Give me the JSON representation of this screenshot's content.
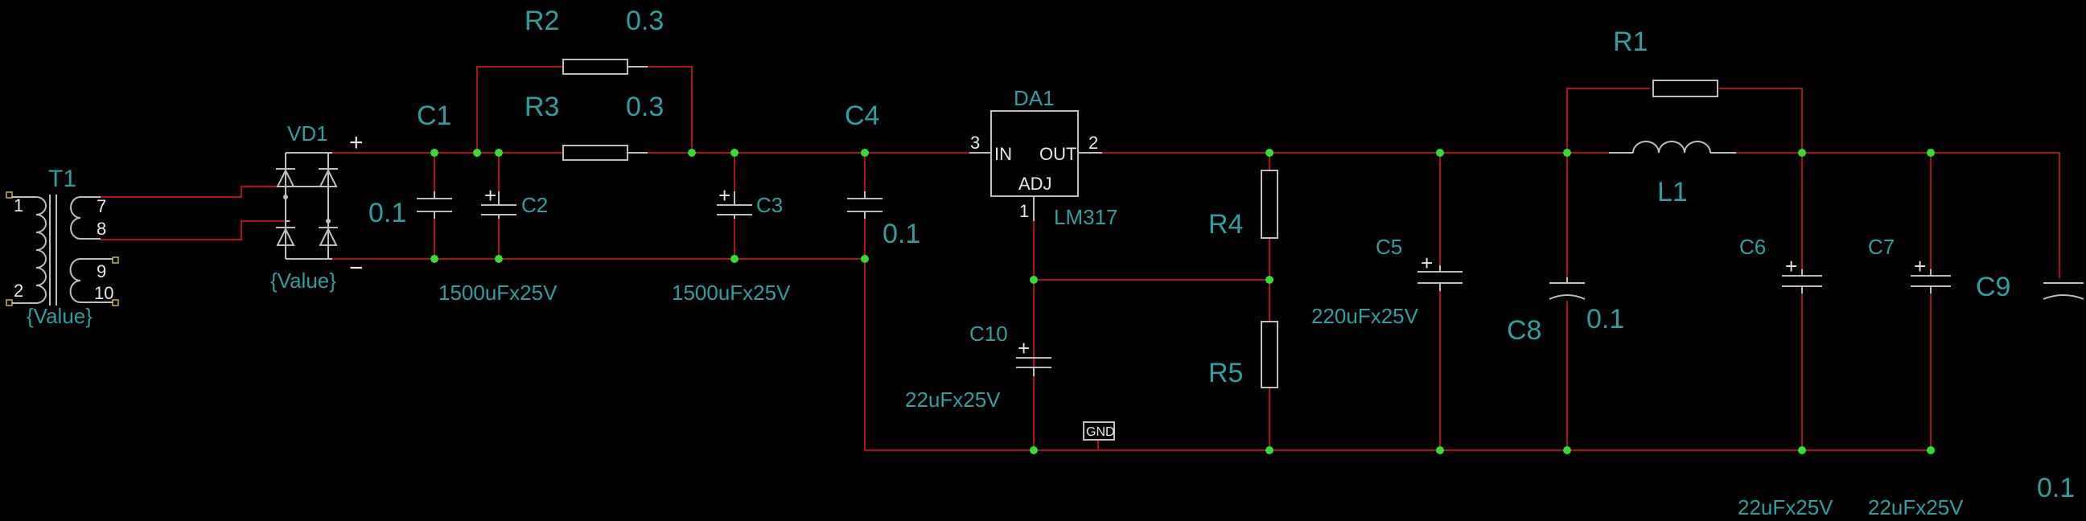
{
  "refdes": {
    "t1": "T1",
    "vd1": "VD1",
    "c1": "C1",
    "c2": "C2",
    "c3": "C3",
    "c4": "C4",
    "r1": "R1",
    "r2": "R2",
    "r3": "R3",
    "r4": "R4",
    "r5": "R5",
    "da1": "DA1",
    "c5": "C5",
    "c6": "C6",
    "c7": "C7",
    "c8": "C8",
    "c9": "C9",
    "c10": "C10",
    "l1": "L1"
  },
  "values": {
    "t1": "{Value}",
    "vd1": "{Value}",
    "c1": "0.1",
    "c2": "1500uFx25V",
    "c3": "1500uFx25V",
    "c4": "0.1",
    "r2": "0.3",
    "r3": "0.3",
    "da1": "LM317",
    "c5": "220uFx25V",
    "c6": "22uFx25V",
    "c7": "22uFx25V",
    "c8": "0.1",
    "c9": "0.1",
    "c10": "22uFx25V"
  },
  "pins": {
    "t1_1": "1",
    "t1_2": "2",
    "t1_7": "7",
    "t1_8": "8",
    "t1_9": "9",
    "t1_10": "10",
    "da1_in_num": "3",
    "da1_out_num": "2",
    "da1_adj_num": "1",
    "da1_in": "IN",
    "da1_out": "OUT",
    "da1_adj": "ADJ",
    "vd1_plus": "+",
    "vd1_minus": "−"
  },
  "gnd_label": "GND",
  "colors": {
    "background": "#000000",
    "wire": "#b01010",
    "symbol": "#bdbdbd",
    "label": "#2aa0a0",
    "junction": "#33dd33"
  }
}
